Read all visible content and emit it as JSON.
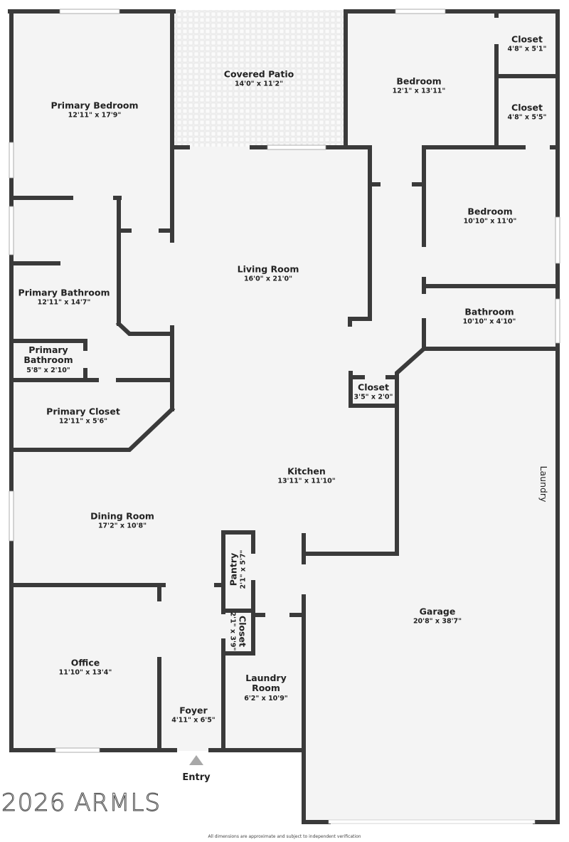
{
  "floorplan": {
    "colors": {
      "wall": "#3a3a3a",
      "floor": "#f4f4f4",
      "opening": "#ffffff",
      "entry_arrow": "#a8a8a8"
    },
    "rooms": [
      {
        "id": "primary-bedroom",
        "name": "Primary Bedroom",
        "dims": "12'11\" x 17'9\""
      },
      {
        "id": "covered-patio",
        "name": "Covered Patio",
        "dims": "14'0\" x 11'2\""
      },
      {
        "id": "bedroom-1",
        "name": "Bedroom",
        "dims": "12'1\" x 13'11\""
      },
      {
        "id": "closet-1",
        "name": "Closet",
        "dims": "4'8\" x 5'1\""
      },
      {
        "id": "closet-2",
        "name": "Closet",
        "dims": "4'8\" x 5'5\""
      },
      {
        "id": "bedroom-2",
        "name": "Bedroom",
        "dims": "10'10\" x 11'0\""
      },
      {
        "id": "living-room",
        "name": "Living Room",
        "dims": "16'0\" x 21'0\""
      },
      {
        "id": "primary-bathroom",
        "name": "Primary Bathroom",
        "dims": "12'11\" x 14'7\""
      },
      {
        "id": "primary-bathroom-2",
        "name": "Primary Bathroom",
        "dims": "5'8\" x 2'10\""
      },
      {
        "id": "bathroom",
        "name": "Bathroom",
        "dims": "10'10\" x 4'10\""
      },
      {
        "id": "closet-3",
        "name": "Closet",
        "dims": "3'5\" x 2'0\""
      },
      {
        "id": "primary-closet",
        "name": "Primary Closet",
        "dims": "12'11\" x 5'6\""
      },
      {
        "id": "kitchen",
        "name": "Kitchen",
        "dims": "13'11\" x 11'10\""
      },
      {
        "id": "dining-room",
        "name": "Dining Room",
        "dims": "17'2\" x 10'8\""
      },
      {
        "id": "pantry",
        "name": "Pantry",
        "dims": "2'1\" x 5'7\""
      },
      {
        "id": "closet-4",
        "name": "Closet",
        "dims": "2'1\" x 3'9\""
      },
      {
        "id": "garage",
        "name": "Garage",
        "dims": "20'8\" x 38'7\""
      },
      {
        "id": "laundry",
        "name": "Laundry",
        "dims": ""
      },
      {
        "id": "office",
        "name": "Office",
        "dims": "11'10\" x 13'4\""
      },
      {
        "id": "laundry-room",
        "name": "Laundry Room",
        "dims": "6'2\" x 10'9\""
      },
      {
        "id": "foyer",
        "name": "Foyer",
        "dims": "4'11\" x 6'5\""
      }
    ],
    "primary_bathroom_small_line1": "Primary",
    "primary_bathroom_small_line2": "Bathroom",
    "laundry_room_line1": "Laundry",
    "laundry_room_line2": "Room",
    "entry_label": "Entry",
    "watermark": "2026 ARMLS",
    "disclaimer": "All dimensions are approximate and subject to independent verification"
  }
}
